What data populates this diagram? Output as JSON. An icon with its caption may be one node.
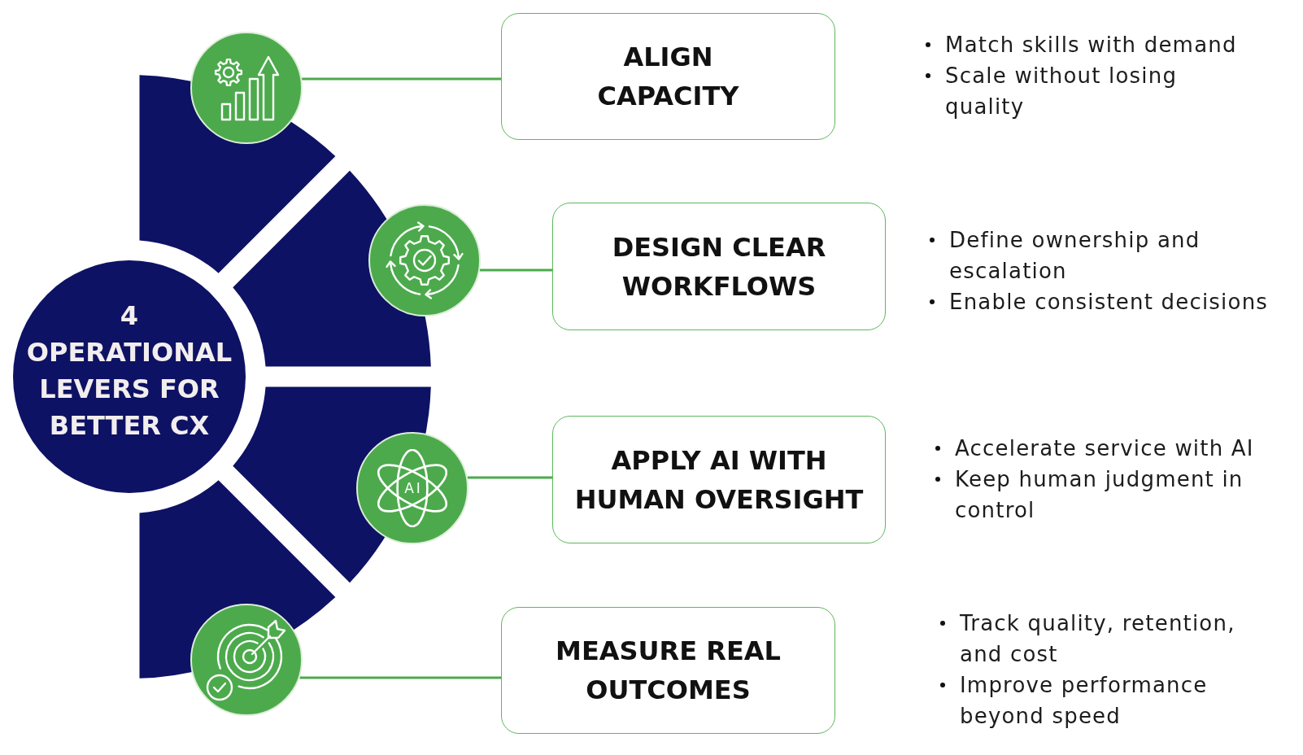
{
  "diagram": {
    "nodes": [
      {
        "text": [
          "4 OPERATIONAL LEVERS FOR BETTER CX"
        ]
      },
      {
        "text": [],
        "shape": "circle"
      },
      {
        "text": [
          "ALIGN CAPACITY"
        ],
        "beside": [
          "Match skills with demand",
          "Scale without losing quality"
        ]
      },
      {
        "text": [],
        "shape": "circle"
      },
      {
        "text": [
          "DESIGN CLEAR WORKFLOWS"
        ],
        "beside": [
          "Define ownership and escalation",
          "Enable consistent decisions"
        ]
      },
      {
        "text": [],
        "shape": "circle"
      },
      {
        "text": [
          "APPLY AI WITH HUMAN OVERSIGHT"
        ],
        "beside": [
          "Accelerate service with AI",
          "Keep human judgment in control"
        ]
      },
      {
        "text": [],
        "shape": "circle"
      },
      {
        "text": [
          "MEASURE REAL OUTCOMES"
        ],
        "beside": [
          "Track quality, retention, and cost",
          "Improve performance beyond speed"
        ]
      }
    ],
    "edges": [
      {
        "from": 1,
        "to": 2,
        "arrow": "none"
      },
      {
        "from": 3,
        "to": 4,
        "arrow": "none"
      },
      {
        "from": 5,
        "to": 6,
        "arrow": "none"
      },
      {
        "from": 7,
        "to": 8,
        "arrow": "none"
      }
    ],
    "labels": [
      "AI"
    ]
  }
}
